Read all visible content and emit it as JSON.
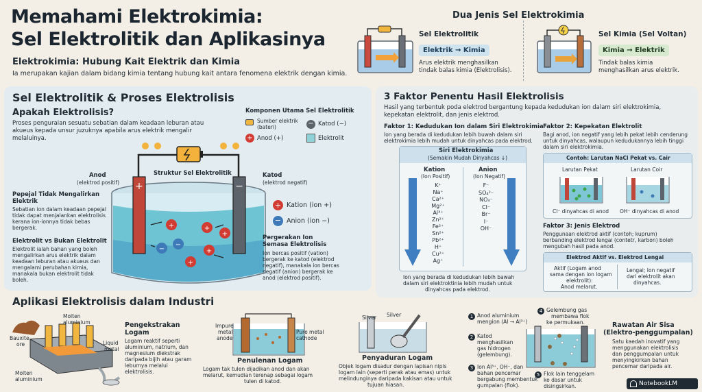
{
  "header": {
    "title_line1": "Memahami Elektrokimia:",
    "title_line2": "Sel Elektrolitik dan Aplikasinya",
    "subtitle": "Elektrokimia: Hubung Kait Elektrik dan Kimia",
    "intro": "Ia merupakan kajian dalam bidang kimia tentang hubung kait antara fenomena elektrik dengan kimia."
  },
  "two_types": {
    "title": "Dua Jenis Sel Elektrokimia",
    "electrolytic": {
      "name": "Sel Elektrolitik",
      "flow": "Elektrik → Kimia",
      "desc1": "Arus elektrik menghasilkan",
      "desc2": "tindak balas kimia (Elektrolisis)."
    },
    "chemical": {
      "name": "Sel Kimia (Sel Voltan)",
      "flow": "Kimia → Elektrik",
      "desc1": "Tindak balas kimia",
      "desc2": "menghasilkan arus elektrik."
    }
  },
  "left": {
    "title": "Sel Elektrolitik & Proses Elektrolisis",
    "q_title": "Apakah Elektrolisis?",
    "q_lines": [
      "Proses penguraian sesuatu sebatian dalam keadaan leburan atau",
      "akueus kepada unsur juzuknya apabila arus elektrik mengalir",
      "melaluinya."
    ],
    "components": {
      "title": "Komponen Utama Sel Elektrolitik",
      "source1": "Sumber elektrik",
      "source2": "(bateri)",
      "cathode": "Katod (−)",
      "anode": "Anod (+)",
      "electrolyte": "Elektrolit"
    },
    "diagram": {
      "title": "Struktur Sel Elektrolitik",
      "anode": "Anod",
      "anode_sub": "(elektrod positif)",
      "cathode": "Katod",
      "cathode_sub": "(elektrod negatif)",
      "cation": "Kation (ion +)",
      "anion": "Anion (ion −)"
    },
    "solid": {
      "title1": "Pepejal Tidak Mengalirkan",
      "title2": "Elektrik",
      "lines": [
        "Sebatian ion dalam keadaan pepejal",
        "tidak dapat menjalankan elektrolisis",
        "kerana ion-ionnya tidak bebas",
        "bergerak."
      ]
    },
    "ev": {
      "title": "Elektrolit vs Bukan Elektrolit",
      "lines": [
        "Elektrolit ialah bahan yang boleh",
        "mengalirkan arus elektrik dalam",
        "keadaan leburan atau akueus dan",
        "mengalami perubahan kimia,",
        "manakala bukan elektrolit tidak",
        "boleh."
      ]
    },
    "move": {
      "title1": "Pergerakan Ion",
      "title2": "Semasa Elektrolisis",
      "lines": [
        "Ion bercas positif (vation)",
        "bergerak ke katod (elektrod",
        "negatif), manakala ion bercas",
        "negatif (anion) bergerak ke",
        "anod (elektrod positif)."
      ]
    }
  },
  "right": {
    "title": "3 Faktor Penentu Hasil Elektrolisis",
    "intro": [
      "Hasil yang terbentuk poda elektrod bergantung kepada kedudukan ion dalam siri elektrokimia,",
      "kepekatan elektrolit, dan jenis elektrod."
    ],
    "f1": {
      "title": "Faktor 1: Kedudukan Ion dalam Siri Elektrokimia",
      "lines": [
        "Ion yang berada di kedudukan lebih buwah dalam siri",
        "elektrokimia lebih mudah untuk dinyahcas pada elektrod."
      ],
      "series_title": "Siri Elektrokimia",
      "series_sub": "(Semakin Mudah Dinyahcas ↓)",
      "kation": "Kation",
      "kation_sub": "(Ion Positif)",
      "anion": "Anion",
      "anion_sub": "(Ion Negatif)",
      "cations": [
        "K⁺",
        "Na⁺",
        "Ca²⁺",
        "Mg²⁺",
        "Al³⁺",
        "Zn²⁺",
        "Fe²⁺",
        "Sn²⁺",
        "Pb²⁺",
        "H⁺",
        "Cu²⁺",
        "Ag⁺"
      ],
      "anions": [
        "F⁻",
        "SO₄²⁻",
        "NO₃⁻",
        "Cl⁻",
        "Br⁻",
        "I⁻",
        "OH⁻"
      ],
      "note": [
        "Ion yang berada di kedudukan lebih bawah",
        "dalam siri elektroktinia lebih mudah untuk",
        "dinyahcas pada elektrod."
      ]
    },
    "f2": {
      "title": "Faktor 2: Kepekatan Elektrolit",
      "lines": [
        "Bagi anod, ion negatif yang lebih pekat lebih cenderung",
        "untuk dinyahcas, walaupun kedudukannya lebih tinggi",
        "dalam siri elektrokimia."
      ],
      "box_title": "Contoh: Larutan NaCl Pekat vs. Cair",
      "conc": "Larutan Pekat",
      "dilute": "Larutan Coir",
      "conc_cap": "Cl⁻ dinyahcas di anod",
      "dilute_cap": "OH⁻ dinyahcas di anod"
    },
    "f3": {
      "title": "Faktor 3: Jenis Elektrod",
      "lines": [
        "Penggunaan elektrod aktif (contoh; kuprum)",
        "berbanding elektrod lengai (contetr, karbon) boleh",
        "mengubah hasil pada anod."
      ],
      "box_title": "Elektrod Aktif vs. Elektrod Lengai",
      "active": [
        "Aktif (Logam anod",
        "sama dengan ion logam",
        "elektrolit):",
        "Anod melarut."
      ],
      "inert": [
        "Lengai; Ion negatif",
        "dari elektrolit akan",
        "dinyahcas."
      ]
    }
  },
  "bottom": {
    "title": "Aplikasi Elektrolisis dalam Industri",
    "extract": {
      "title1": "Pengekstrakan",
      "title2": "Logam",
      "lines": [
        "Logam reaktif seperti",
        "aluminium, natrium, dan",
        "magnesium diekstrak",
        "daripada bijih atau garam",
        "leburnya melalui",
        "elektrolisis."
      ],
      "molten_al": "Molten",
      "molten_al2": "aluminium",
      "bauxite": "Bauxite",
      "bauxite2": "ore",
      "liquid": "Liquid",
      "liquid2": "metal",
      "molten_b": "Molten",
      "molten_b2": "aluminium"
    },
    "purify": {
      "title": "Penulenan Logam",
      "lines": [
        "Logam tak tulen dijadikan anod dan akan",
        "melarut, kemudian terenap sebagai logam",
        "tulen di katod."
      ],
      "impure1": "Impure",
      "impure2": "metal",
      "impure3": "anode",
      "pure1": "Pure metal",
      "pure2": "cathode"
    },
    "plating": {
      "title": "Penyaduran Logam",
      "lines": [
        "Objek logam disadur dengan lapisan nipis",
        "logam lain (seperti perak atau emas) untuk",
        "melindunginya daripada kakisan atau untuk",
        "tujuan hiasan."
      ],
      "silver1": "Silver",
      "silver2": "Silver"
    },
    "water": {
      "title1": "Rawatan Air Sisa",
      "title2": "(Elektro-penggumpalan)",
      "lines": [
        "Satu kaedah inovatif yang",
        "menggunakan elektrolisis",
        "dan penggumpalan untuk",
        "menyingkirkan bahan",
        "pencemar daripada air."
      ],
      "steps": {
        "s1": [
          "Anod aluminium",
          "mengion (Al → Al³⁺)"
        ],
        "s2": [
          "Katod",
          "menghasilkan",
          "gas hidrogen",
          "(gelembung)."
        ],
        "s3": [
          "Ion Al³⁺, OH⁻, dan",
          "bahan pencemar",
          "bergabung membentuk",
          "gumpalan (flok)."
        ],
        "s4": [
          "Gelembung gas",
          "membawa flok",
          "ke permukaan."
        ],
        "s5": [
          "Flok lain tenggelam",
          "ke dasar untuk",
          "disingsirkan."
        ]
      },
      "nums": [
        "1",
        "2",
        "3",
        "4",
        "5"
      ]
    }
  },
  "brand": "NotebookLM",
  "colors": {
    "blue": "#1f6fb8",
    "red": "#c8342c",
    "panel": "#e4edf2",
    "green": "#d9ead0"
  }
}
